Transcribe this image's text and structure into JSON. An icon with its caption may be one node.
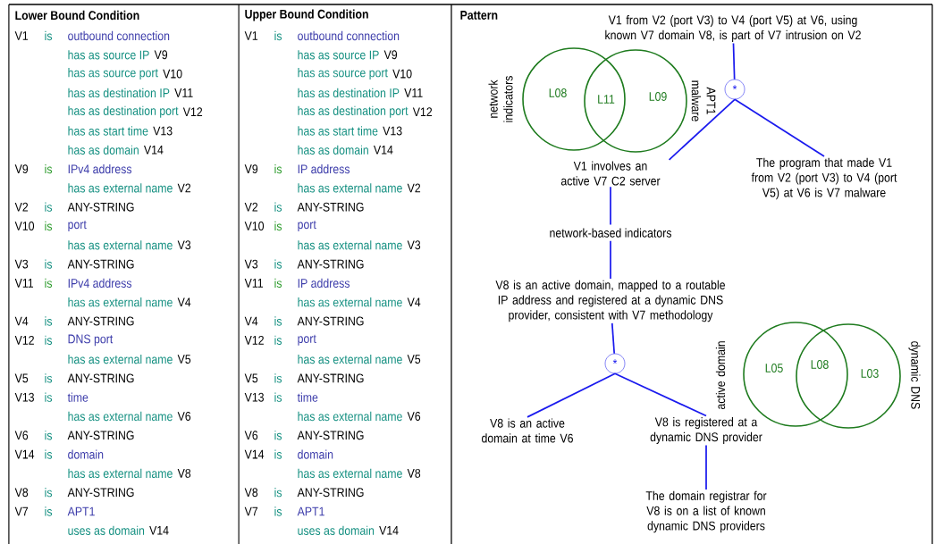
{
  "diagram": {
    "nodes": [
      {
        "text": [
          "V1 from V2  (port V3) to V4 (port V5) at V6, using known V7 domain V8, is part of V7 intrusion on V2"
        ]
      },
      {
        "text": [
          "*"
        ]
      },
      {
        "text": [
          "network indicators",
          "L08"
        ]
      },
      {
        "text": [
          "APT1 malware",
          "L09"
        ]
      },
      {
        "text": [
          "V1 involves an active V7 C2 server"
        ]
      },
      {
        "text": [
          "The program that made V1 from V2 (port V3) to V4 (port V5) at V6 is V7 malware"
        ]
      },
      {
        "text": [
          "V8 is an active domain, mapped to a routable IP address and registered at a dynamic DNS provider, consistent with V7 methodology"
        ]
      },
      {
        "text": [
          "*"
        ]
      },
      {
        "text": [
          "V8 is an active domain at time V6"
        ]
      },
      {
        "text": [
          "V8 is registered at a dynamic DNS provider"
        ]
      },
      {
        "text": [
          "The domain registrar for V8 is on a list of known dynamic DNS providers"
        ]
      },
      {
        "text": [
          "active domain",
          "L05"
        ]
      },
      {
        "text": [
          "dynamic DNS",
          "L03"
        ]
      }
    ],
    "edges": [
      {
        "from": 0,
        "to": 1,
        "arrow": "none"
      },
      {
        "from": 1,
        "to": 4,
        "arrow": "none"
      },
      {
        "from": 1,
        "to": 5,
        "arrow": "none"
      },
      {
        "from": 4,
        "to": 6,
        "arrow": "none",
        "label": "network-based indicators"
      },
      {
        "from": 6,
        "to": 7,
        "arrow": "none"
      },
      {
        "from": 7,
        "to": 8,
        "arrow": "none"
      },
      {
        "from": 7,
        "to": 9,
        "arrow": "none"
      },
      {
        "from": 9,
        "to": 10,
        "arrow": "none"
      }
    ],
    "labels": [
      "Lower Bound Condition",
      "V1",
      "is",
      "outbound connection",
      "has as source IP",
      "V9",
      "has as source port",
      "V10",
      "has as destination IP",
      "V11",
      "has as destination port",
      "V12",
      "has as start time",
      "V13",
      "has as domain",
      "V14",
      "V9",
      "is",
      "IPv4 address",
      "has as external name",
      "V2",
      "V2",
      "is",
      "ANY-STRING",
      "V10",
      "is",
      "port",
      "has as external name",
      "V3",
      "V3",
      "is",
      "ANY-STRING",
      "V11",
      "is",
      "IPv4 address",
      "has as external name",
      "V4",
      "V4",
      "is",
      "ANY-STRING",
      "V12",
      "is",
      "DNS port",
      "has as external name",
      "V5",
      "V5",
      "is",
      "ANY-STRING",
      "V13",
      "is",
      "time",
      "has as external name",
      "V6",
      "V6",
      "is",
      "ANY-STRING",
      "V14",
      "is",
      "domain",
      "has as external name",
      "V8",
      "V8",
      "is",
      "ANY-STRING",
      "V7",
      "is",
      "APT1",
      "uses as domain",
      "V14",
      "Upper Bound Condition",
      "V1",
      "is",
      "outbound connection",
      "has as source IP",
      "V9",
      "has as source port",
      "V10",
      "has as destination IP",
      "V11",
      "has as destination port",
      "V12",
      "has as start time",
      "V13",
      "has as domain",
      "V14",
      "V9",
      "is",
      "IP address",
      "has as external name",
      "V2",
      "V2",
      "is",
      "ANY-STRING",
      "V10",
      "is",
      "port",
      "has as external name",
      "V3",
      "V3",
      "is",
      "ANY-STRING",
      "V11",
      "is",
      "IP address",
      "has as external name",
      "V4",
      "V4",
      "is",
      "ANY-STRING",
      "V12",
      "is",
      "port",
      "has as external name",
      "V5",
      "V5",
      "is",
      "ANY-STRING",
      "V13",
      "is",
      "time",
      "has as external name",
      "V6",
      "V6",
      "is",
      "ANY-STRING",
      "V14",
      "is",
      "domain",
      "has as external name",
      "V8",
      "V8",
      "is",
      "ANY-STRING",
      "V7",
      "is",
      "APT1",
      "uses as domain",
      "V14",
      "Pattern",
      "L11",
      "L08"
    ]
  }
}
